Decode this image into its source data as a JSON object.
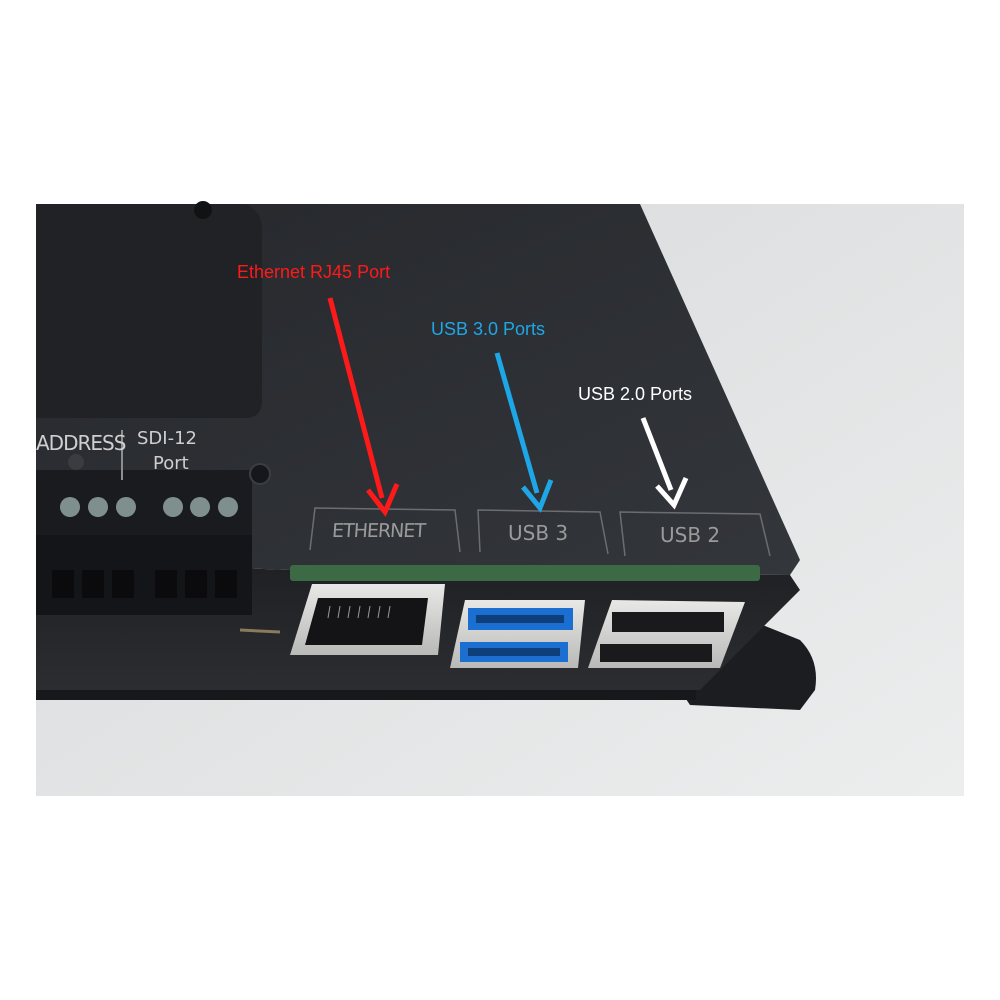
{
  "callouts": {
    "ethernet": "Ethernet RJ45 Port",
    "usb3": "USB 3.0 Ports",
    "usb2": "USB 2.0 Ports"
  },
  "panel_labels": {
    "ethernet": "ETHERNET",
    "usb3": "USB 3",
    "usb2": "USB 2",
    "address": "ADDRESS",
    "sdi12": "SDI-12",
    "port": "Port"
  },
  "colors": {
    "ethernet_arrow": "#ff1a1a",
    "usb3_arrow": "#1ea7e6",
    "usb2_arrow": "#ffffff",
    "enclosure": "#2a2c30"
  }
}
